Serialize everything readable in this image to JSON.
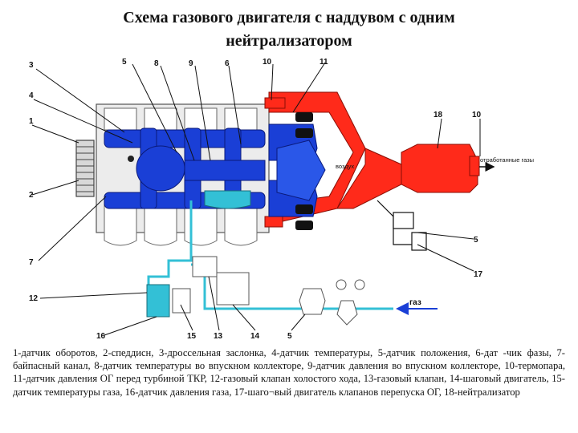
{
  "title_line1": "Схема газового двигателя с наддувом с одним",
  "title_line2": "нейтрализатором",
  "labels": {
    "n1": "1",
    "n2": "2",
    "n3": "3",
    "n4": "4",
    "n5a": "5",
    "n5b": "5",
    "n5c": "5",
    "n6": "6",
    "n7": "7",
    "n8": "8",
    "n9": "9",
    "n10a": "10",
    "n10b": "10",
    "n11": "11",
    "n12": "12",
    "n13": "13",
    "n14": "14",
    "n15": "15",
    "n16": "16",
    "n17": "17",
    "n18": "18"
  },
  "inline_text": {
    "air": "воздух",
    "exhaust": "отработанные газы",
    "gas": "газ"
  },
  "caption": "1-датчик оборотов, 2-спеддисн, 3-дроссельная заслонка, 4-датчик температуры, 5-датчик положения, 6-дат -чик фазы, 7-байпасный канал, 8-датчик температуры во впускном коллекторе, 9-датчик давления во впускном коллекторе, 10-термопара, 11-датчик давления ОГ перед турбиной ТКР, 12-газовый клапан холостого хода, 13-газовый клапан, 14-шаговый двигатель, 15-датчик температуры газа, 16-датчик давления газа, 17-шаго¬вый двигатель клапанов перепуска ОГ, 18-нейтрализатор",
  "colors": {
    "intake_blue": "#1a3fd6",
    "exhaust_red": "#ff2a1a",
    "cyan": "#33c0d6",
    "engine_gray": "#e8e8e8",
    "turbo_black": "#111111"
  }
}
